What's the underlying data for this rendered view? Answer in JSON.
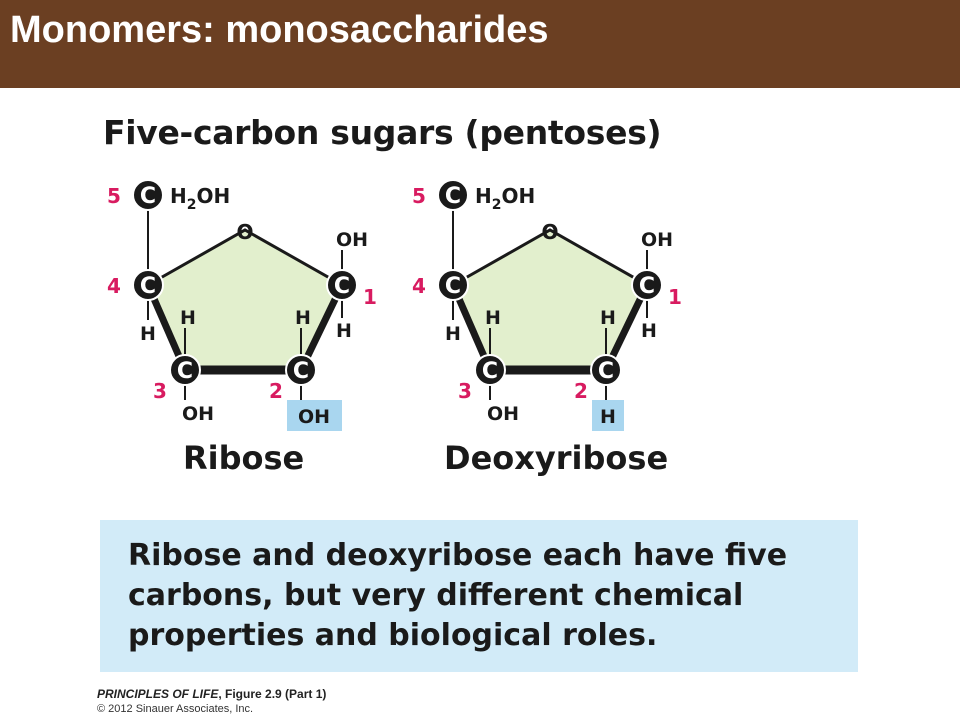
{
  "slide": {
    "title": "Monomers: monosaccharides",
    "heading": "Five-carbon sugars (pentoses)",
    "colors": {
      "header_bg": "#6b3f22",
      "ring_fill": "#e2efcd",
      "carbon_number": "#d81b60",
      "highlight_box": "#a9d6ef",
      "note_bg": "#d2ebf8"
    }
  },
  "ribose": {
    "name": "Ribose",
    "c5_number": "5",
    "c4_number": "4",
    "c3_number": "3",
    "c2_number": "2",
    "c1_number": "1",
    "carbon": "C",
    "c5_group": "H",
    "c5_sub": "2",
    "c5_group_end": "OH",
    "ring_oxygen": "O",
    "c1_top": "OH",
    "c1_bottom": "H",
    "c4_bottom": "H",
    "c3_top": "H",
    "c3_bottom": "OH",
    "c2_top": "H",
    "c2_bottom": "OH"
  },
  "deoxyribose": {
    "name": "Deoxyribose",
    "c5_number": "5",
    "c4_number": "4",
    "c3_number": "3",
    "c2_number": "2",
    "c1_number": "1",
    "carbon": "C",
    "c5_group": "H",
    "c5_sub": "2",
    "c5_group_end": "OH",
    "ring_oxygen": "O",
    "c1_top": "OH",
    "c1_bottom": "H",
    "c4_bottom": "H",
    "c3_top": "H",
    "c3_bottom": "OH",
    "c2_top": "H",
    "c2_bottom": "H"
  },
  "note": {
    "line1": "Ribose and deoxyribose each have five",
    "line2": "carbons, but very different chemical",
    "line3": "properties and biological roles."
  },
  "credit": {
    "book": "PRINCIPLES OF LIFE",
    "figure": ", Figure 2.9 (Part 1)",
    "copyright": "© 2012 Sinauer Associates, Inc."
  }
}
